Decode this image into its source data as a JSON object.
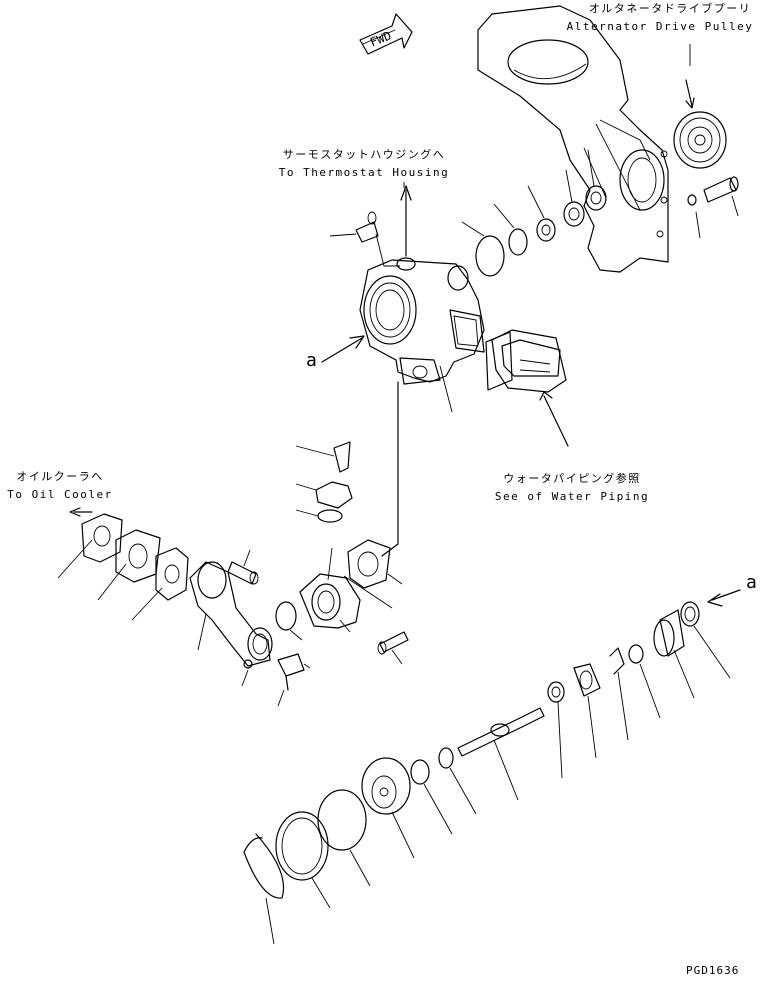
{
  "callouts": {
    "fwd": "FWD",
    "alternator_jp": "オルタネータドライブプーリ",
    "alternator_en": "Alternator Drive Pulley",
    "thermostat_jp": "サーモスタットハウジングへ",
    "thermostat_en": "To Thermostat Housing",
    "oil_cooler_jp": "オイルクーラへ",
    "oil_cooler_en": "To Oil Cooler",
    "water_piping_jp": "ウォータパイピング参照",
    "water_piping_en": "See of Water Piping",
    "ref_a_left": "a",
    "ref_a_right": "a",
    "drawing_code": "PGD1636"
  }
}
